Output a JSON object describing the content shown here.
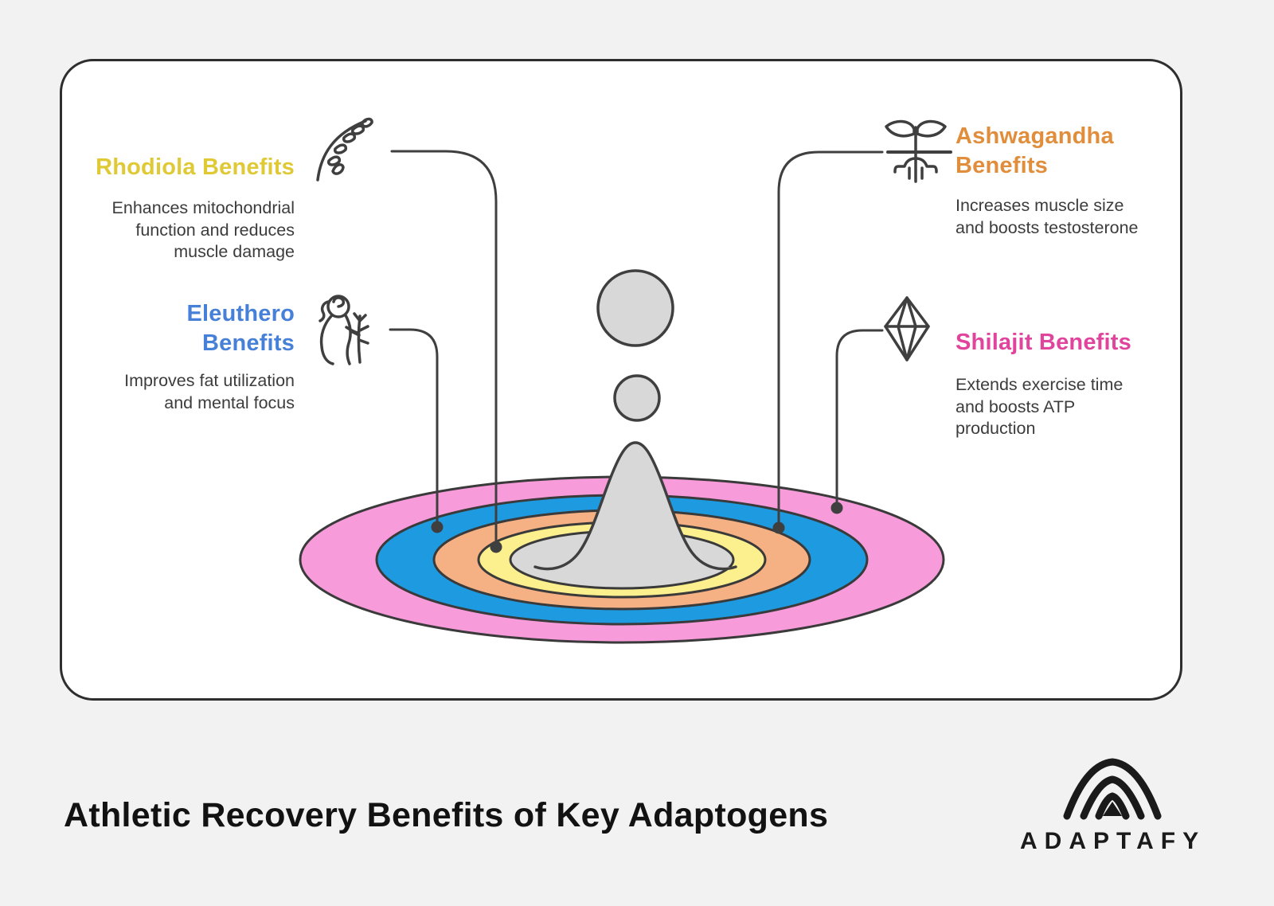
{
  "page": {
    "background_color": "#F2F2F2",
    "card_color": "#FFFFFF",
    "outline_color": "#3F3F3F"
  },
  "sections": [
    {
      "name": "rhodiola",
      "heading_lines": [
        "Rhodiola Benefits"
      ],
      "heading_color": "#DFC935",
      "icon": "rhodiola-sprig-icon",
      "desc_lines": [
        "Enhances mitochondrial",
        "function and reduces",
        "muscle damage"
      ]
    },
    {
      "name": "eleuthero",
      "heading_lines": [
        "Eleuthero",
        "Benefits"
      ],
      "heading_color": "#4680D8",
      "icon": "eleuthero-figure-icon",
      "desc_lines": [
        "Improves fat utilization",
        "and mental focus"
      ]
    },
    {
      "name": "ashwagandha",
      "heading_lines": [
        "Ashwagandha",
        "Benefits"
      ],
      "heading_color": "#E08E3C",
      "icon": "ashwagandha-seedling-icon",
      "desc_lines": [
        "Increases muscle size",
        "and boosts testosterone"
      ]
    },
    {
      "name": "shilajit",
      "heading_lines": [
        "Shilajit Benefits"
      ],
      "heading_color": "#E0449C",
      "icon": "shilajit-crystal-icon",
      "desc_lines": [
        "Extends exercise time",
        "and boosts ATP",
        "production"
      ]
    }
  ],
  "diagram": {
    "type": "ripple-splash",
    "rings": [
      {
        "name": "outer-pink",
        "color": "#F89BDB"
      },
      {
        "name": "blue",
        "color": "#1E9AE0"
      },
      {
        "name": "orange",
        "color": "#F5B084"
      },
      {
        "name": "yellow",
        "color": "#FBEF8E"
      },
      {
        "name": "center-pool",
        "color": "#D8D8D8"
      }
    ],
    "droplet_color": "#D8D8D8",
    "line_color": "#3F3F3F"
  },
  "footer": {
    "title": "Athletic Recovery Benefits of Key Adaptogens",
    "brand": "ADAPTAFY",
    "brand_color": "#1A1A1A"
  }
}
